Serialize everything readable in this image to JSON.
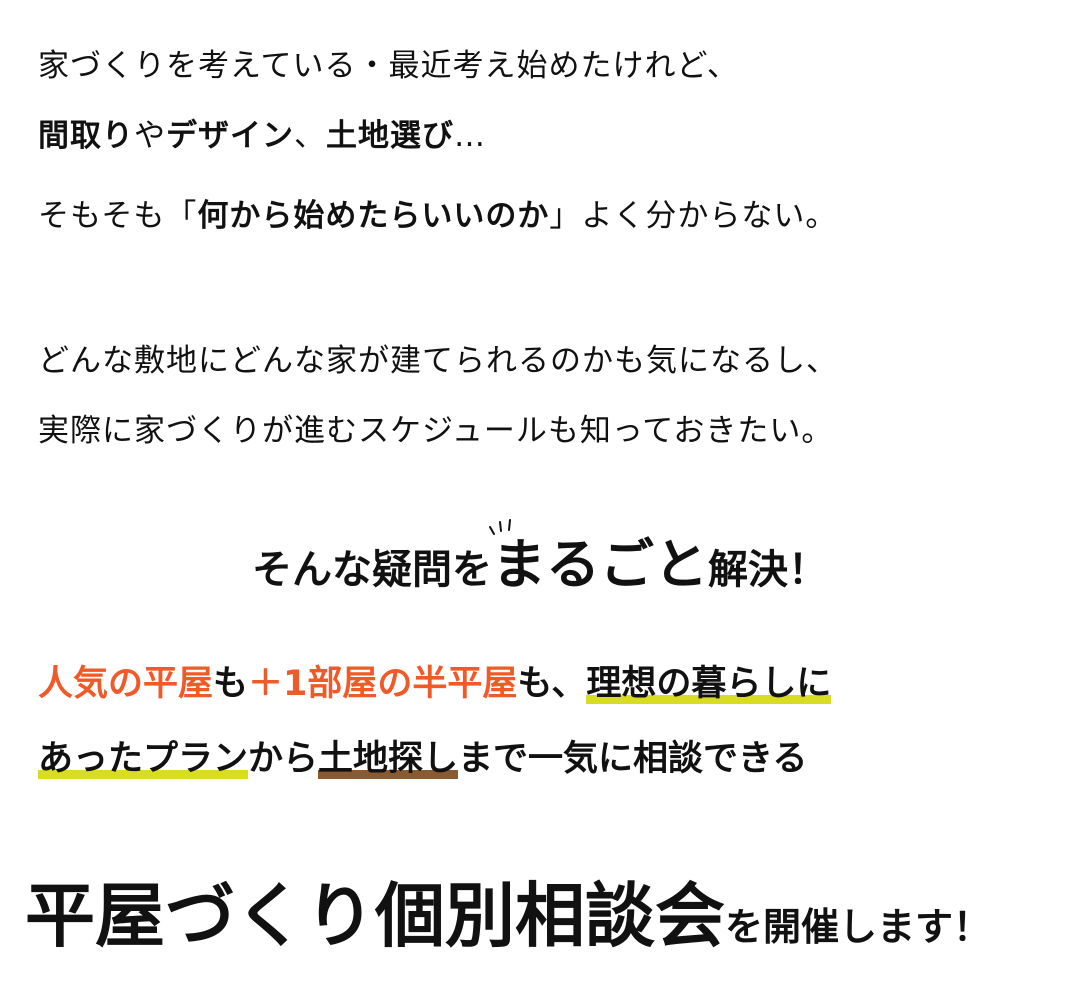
{
  "intro": {
    "line1": "家づくりを考えている・最近考え始めたけれど、",
    "line2_parts": [
      "間取り",
      "や",
      "デザイン",
      "、",
      "土地選び",
      "…"
    ],
    "line3_parts": [
      "そもそも「",
      "何から始めたらいいのか",
      "」よく分からない。"
    ],
    "line4": "どんな敷地にどんな家が建てられるのかも気になるし、",
    "line5": "実際に家づくりが進むスケジュールも知っておきたい。"
  },
  "headline": {
    "pre": "そんな疑問を",
    "emphasis": "まるごと",
    "post": "解決！"
  },
  "pitch": {
    "line1_parts": [
      "人気の平屋",
      "も",
      "＋1部屋の半平屋",
      "も、",
      "理想の暮らしに"
    ],
    "line2_parts": [
      "あったプラン",
      "から",
      "土地探し",
      "まで一気に相談できる"
    ]
  },
  "event": {
    "title": "平屋づくり個別相談会",
    "suffix": "を開催します！"
  },
  "colors": {
    "accent": "#f05a28",
    "highlight": "#d8dc22",
    "highlight_alt": "#8a5a30"
  }
}
